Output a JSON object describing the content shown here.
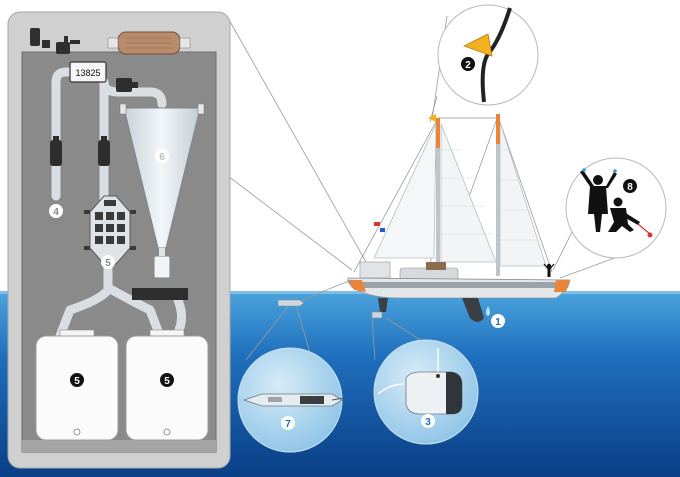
{
  "counter_display": "13825",
  "callouts": {
    "buoy_1": "1",
    "windsensor_2": "2",
    "probe_3": "3",
    "pump_4": "4",
    "filter_5": "5",
    "tank_left_5": "5",
    "tank_right_5": "5",
    "funnel_6": "6",
    "torpedo_7": "7",
    "people_8": "8"
  },
  "colors": {
    "sky": "#ffffff",
    "sea_top": "#3f9bd6",
    "sea_bottom": "#0a3f86",
    "panel_frame": "#d2d2d2",
    "panel_inner": "#8a8a8a",
    "callout_dark": "#111111",
    "hull_accent": "#e9853a",
    "flag_yellow": "#f2b21e"
  }
}
